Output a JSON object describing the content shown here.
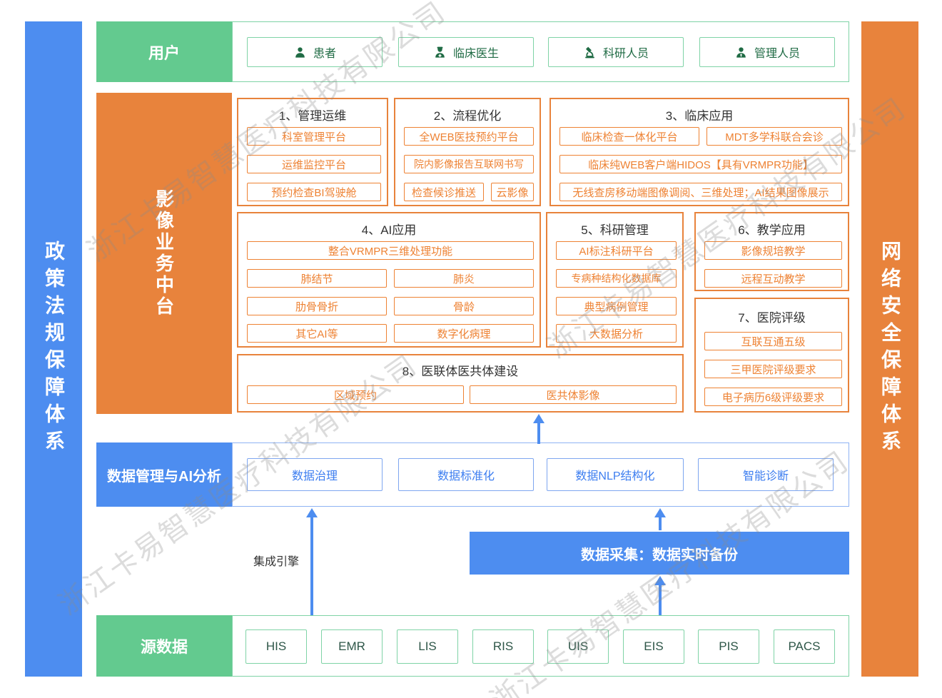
{
  "watermark": {
    "text": "浙江卡易智慧医疗科技有限公司"
  },
  "side_bars": {
    "left": "政策法规保障体系",
    "right": "网络安全保障体系"
  },
  "colors": {
    "green": "#63ca8f",
    "orange": "#e8833c",
    "blue": "#4d8df0",
    "orange_item_text": "#ee8233",
    "blue_item_text": "#3d7ef0",
    "green_item_text": "#1f6b44"
  },
  "users_row": {
    "label": "用户",
    "items": [
      {
        "icon": "patient-icon",
        "label": "患者"
      },
      {
        "icon": "doctor-icon",
        "label": "临床医生"
      },
      {
        "icon": "researcher-icon",
        "label": "科研人员"
      },
      {
        "icon": "admin-icon",
        "label": "管理人员"
      }
    ]
  },
  "platform": {
    "label": "影像业务中台",
    "sections": [
      {
        "title": "1、管理运维",
        "items": [
          "科室管理平台",
          "运维监控平台",
          "预约检查BI驾驶舱"
        ]
      },
      {
        "title": "2、流程优化",
        "items": [
          "全WEB医技预约平台",
          "院内影像报告互联网书写",
          "检查候诊推送",
          "云影像"
        ]
      },
      {
        "title": "3、临床应用",
        "items": [
          "临床检查一体化平台",
          "MDT多学科联合会诊",
          "临床纯WEB客户端HIDOS【具有VRMPR功能】",
          "无线查房移动端图像调阅、三维处理；AI结果图像展示"
        ]
      },
      {
        "title": "4、AI应用",
        "items": [
          "整合VRMPR三维处理功能",
          "肺结节",
          "肺炎",
          "肋骨骨折",
          "骨龄",
          "其它AI等",
          "数字化病理"
        ]
      },
      {
        "title": "5、科研管理",
        "items": [
          "AI标注科研平台",
          "专病种结构化数据库",
          "典型病例管理",
          "大数据分析"
        ]
      },
      {
        "title": "6、教学应用",
        "items": [
          "影像规培教学",
          "远程互动教学"
        ]
      },
      {
        "title": "7、医院评级",
        "items": [
          "互联互通五级",
          "三甲医院评级要求",
          "电子病历6级评级要求"
        ]
      },
      {
        "title": "8、医联体医共体建设",
        "items": [
          "区域预约",
          "医共体影像"
        ]
      }
    ]
  },
  "data_mgmt": {
    "label": "数据管理与AI分析",
    "items": [
      "数据治理",
      "数据标准化",
      "数据NLP结构化",
      "智能诊断"
    ]
  },
  "integration": {
    "label": "集成引擎"
  },
  "data_collection": {
    "label": "数据采集：数据实时备份"
  },
  "source_row": {
    "label": "源数据",
    "items": [
      "HIS",
      "EMR",
      "LIS",
      "RIS",
      "UIS",
      "EIS",
      "PIS",
      "PACS"
    ]
  }
}
